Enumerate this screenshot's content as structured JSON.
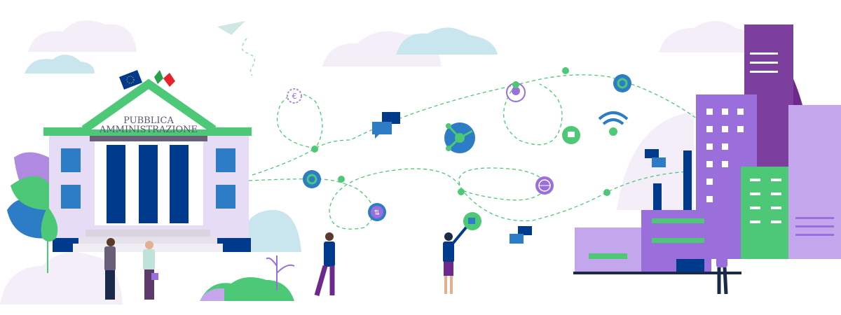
{
  "building": {
    "line1": "PUBBLICA",
    "line2": "AMMINISTRAZIONE"
  },
  "colors": {
    "green": "#4cc876",
    "navy": "#003a8c",
    "blue": "#2c7cc6",
    "purple": "#9a6fdb",
    "lavender": "#e6dcf5",
    "cloud": "#f4eef8",
    "darkpurple": "#6d2a8c"
  },
  "icons": [
    "eu-flag",
    "italy-flag",
    "paper-plane",
    "euro-coin",
    "chat-bubbles",
    "gear",
    "network-node",
    "location-pin",
    "power-plug",
    "wifi",
    "globe",
    "upload-download"
  ]
}
